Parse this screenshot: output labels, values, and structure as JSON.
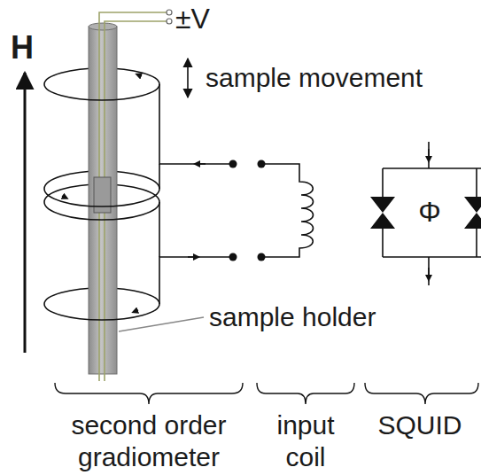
{
  "diagram": {
    "labels": [
      "H",
      "±V",
      "sample movement",
      "Φ",
      "sample holder",
      "second order gradiometer",
      "input coil",
      "SQUID"
    ]
  }
}
